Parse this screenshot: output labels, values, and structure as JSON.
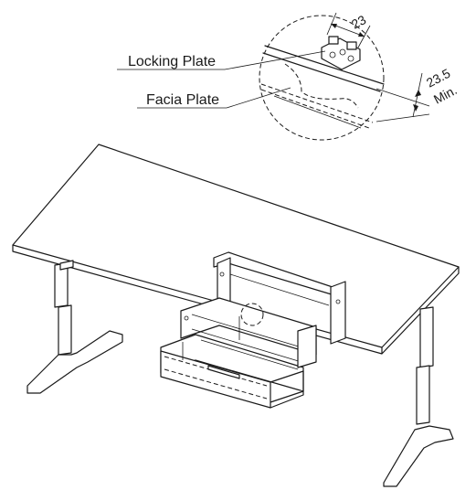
{
  "callouts": {
    "locking_plate": "Locking Plate",
    "facia_plate": "Facia Plate"
  },
  "dimensions": {
    "width": "23",
    "clearance_value": "23.5",
    "clearance_suffix": "Min."
  },
  "colors": {
    "line": "#1a1a1a",
    "background": "#ffffff"
  }
}
